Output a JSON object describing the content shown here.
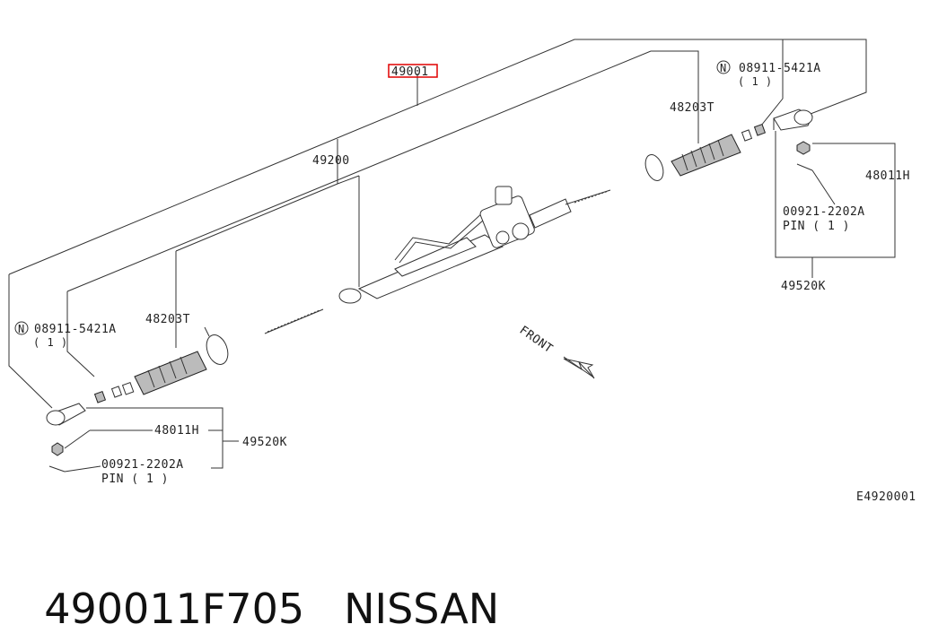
{
  "labels": {
    "assembly": "49001",
    "rack": "49200",
    "boot_right": "48203T",
    "boot_left": "48203T",
    "nut_right": "08911-5421A",
    "nut_right_qty": "( 1 )",
    "nut_left": "08911-5421A",
    "nut_left_qty": "( 1 )",
    "nut_symbol": "N",
    "castle_right": "48011H",
    "castle_left": "48011H",
    "pin_right": "00921-2202A",
    "pin_right_qty": "PIN ( 1 )",
    "pin_left": "00921-2202A",
    "pin_left_qty": "PIN ( 1 )",
    "tie_end_right": "49520K",
    "tie_end_left": "49520K",
    "front": "FRONT",
    "diagram_code": "E4920001"
  },
  "footer": {
    "part_number": "490011F705",
    "brand": "NISSAN"
  },
  "colors": {
    "highlight": "#e00000",
    "line": "#333333"
  }
}
